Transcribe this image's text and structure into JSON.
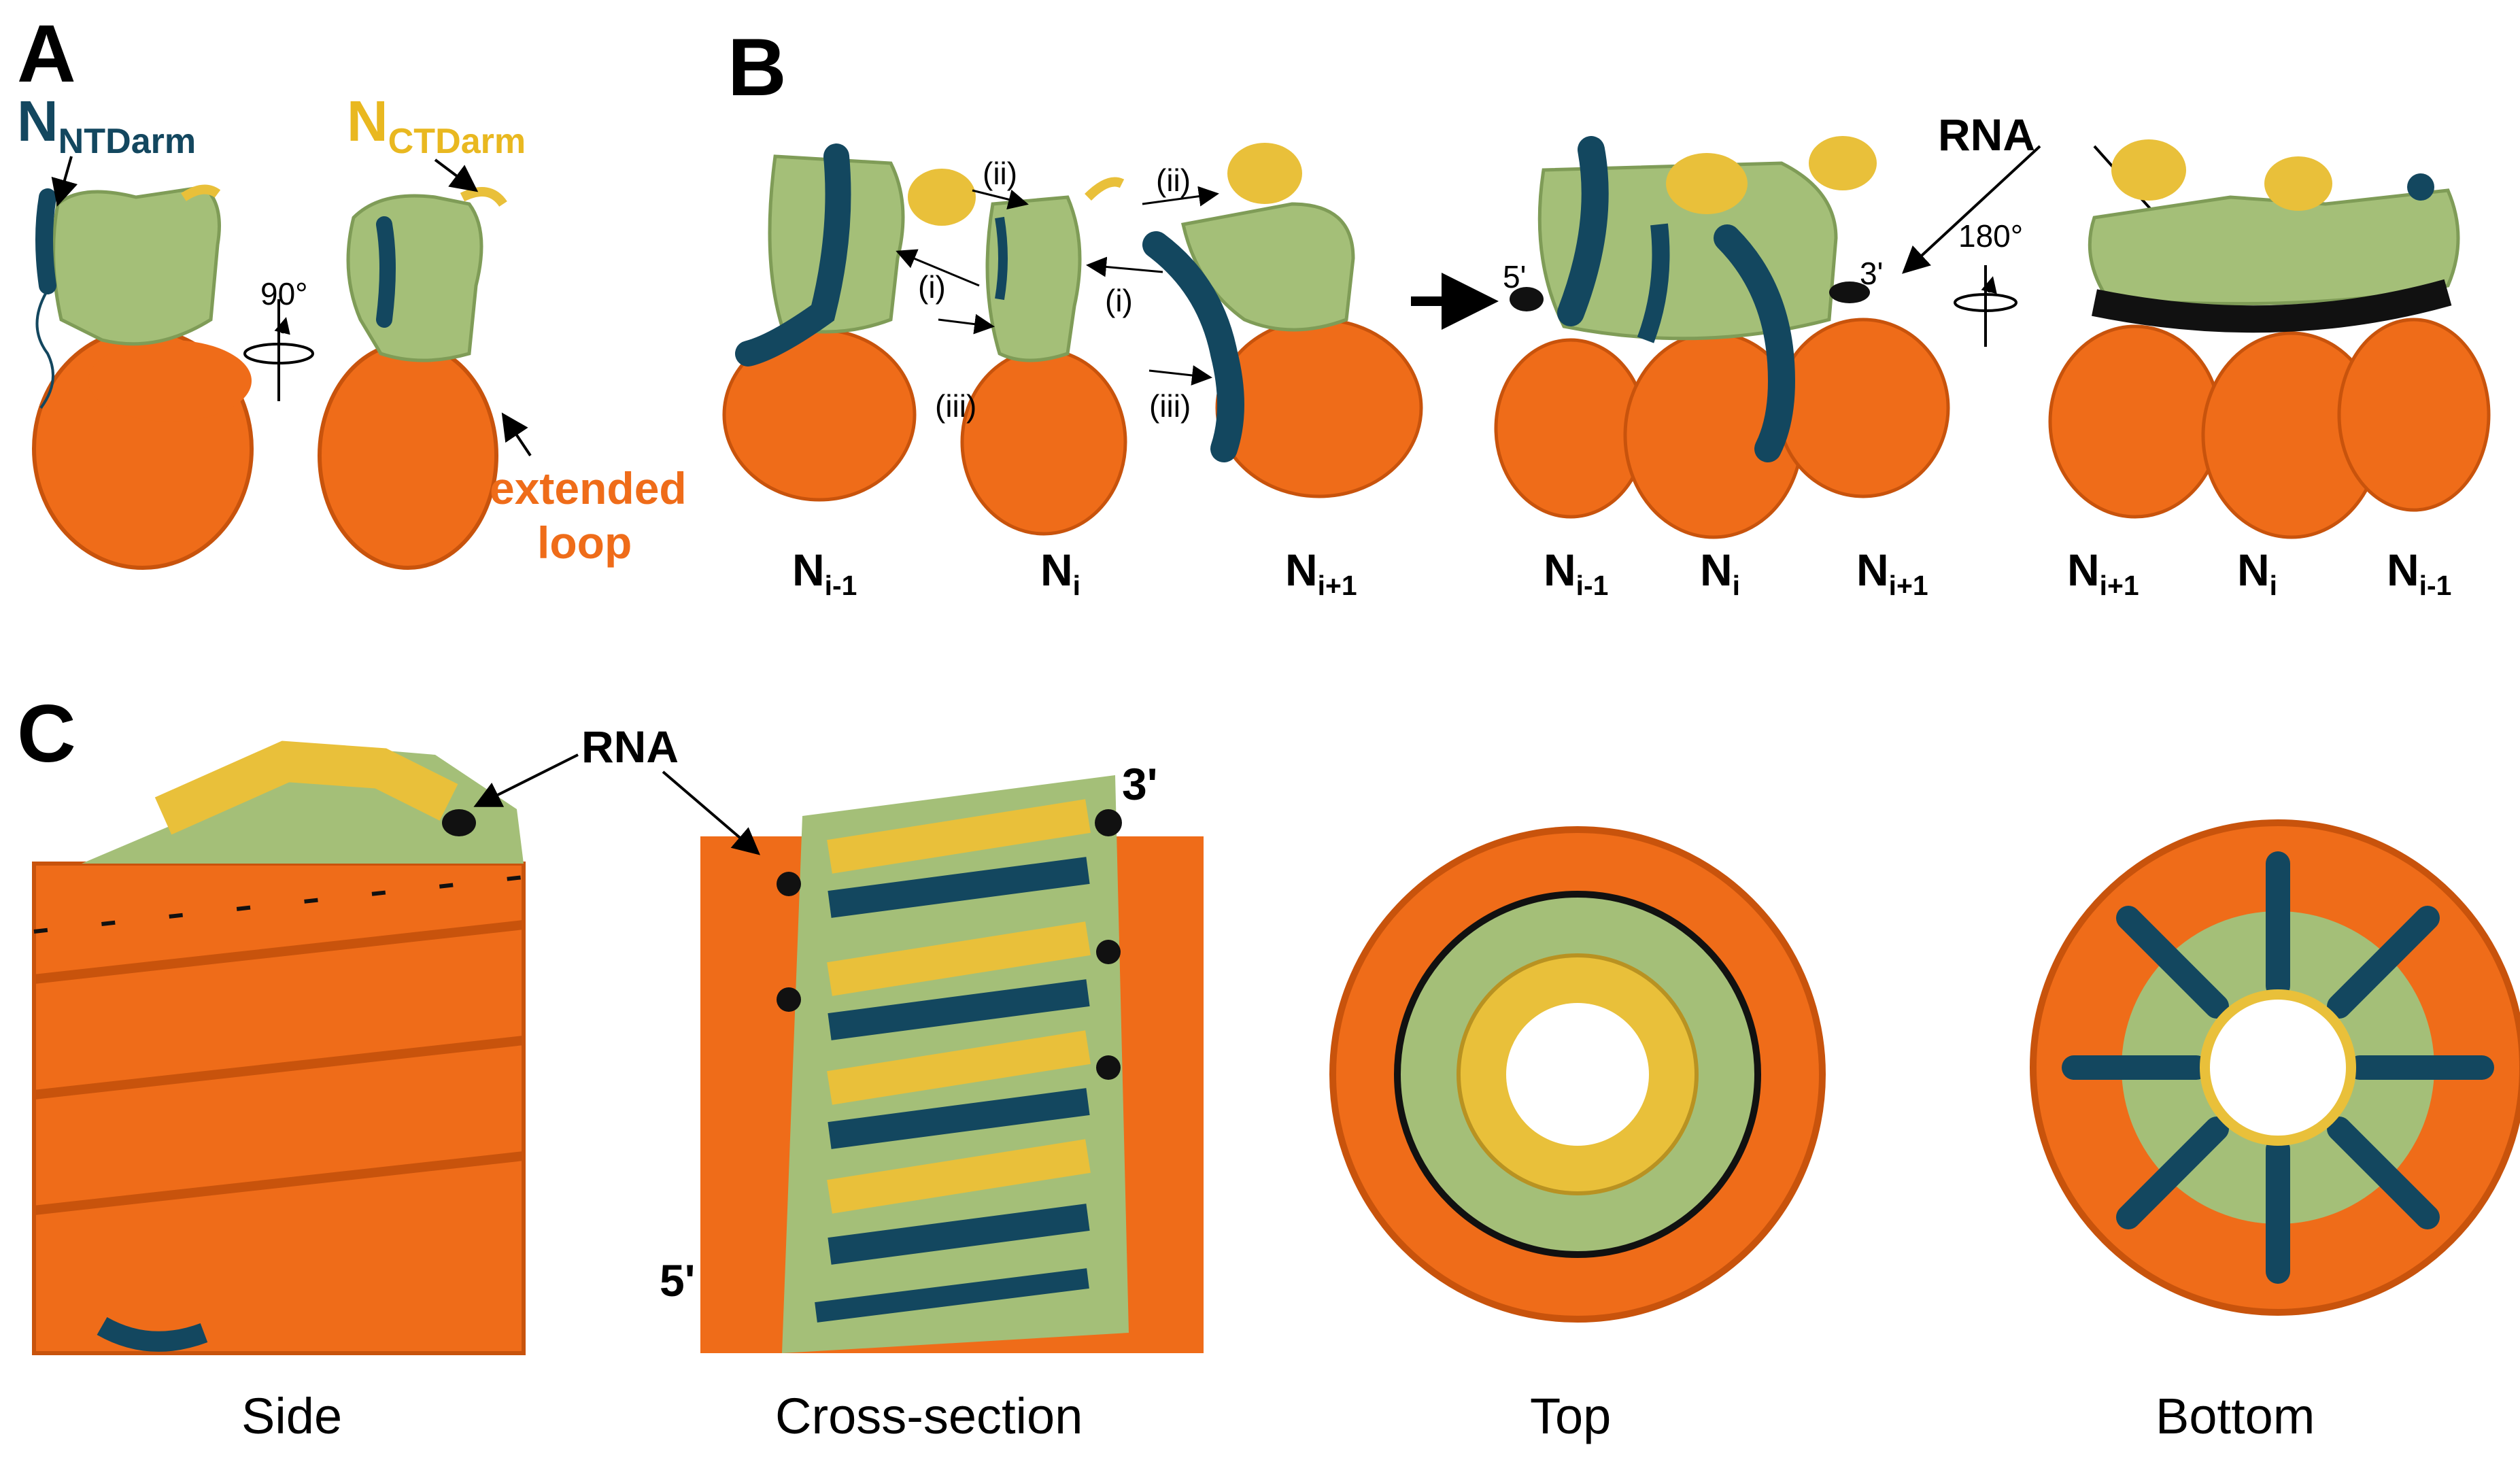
{
  "panels": {
    "a": "A",
    "b": "B",
    "c": "C"
  },
  "panel_a": {
    "n_ntd_main": "N",
    "n_ntd_sub": "NTDarm",
    "n_ctd_main": "N",
    "n_ctd_sub": "CTDarm",
    "rotation": "90°",
    "extended": "extended",
    "loop": "loop"
  },
  "panel_b": {
    "roman_i": "(i)",
    "roman_ii": "(ii)",
    "roman_iii": "(iii)",
    "rna": "RNA",
    "five_prime": "5'",
    "three_prime": "3'",
    "rotation": "180°",
    "n_main": "N",
    "sub_im1": "i-1",
    "sub_i": "i",
    "sub_ip1": "i+1"
  },
  "panel_c": {
    "rna": "RNA",
    "three_prime": "3'",
    "five_prime": "5'",
    "views": {
      "side": "Side",
      "cross": "Cross-section",
      "top": "Top",
      "bottom": "Bottom"
    }
  },
  "colors": {
    "orange": "#ef6c19",
    "green": "#a4bf78",
    "yellow": "#e9c03a",
    "navy": "#13475f",
    "black": "#111111"
  }
}
